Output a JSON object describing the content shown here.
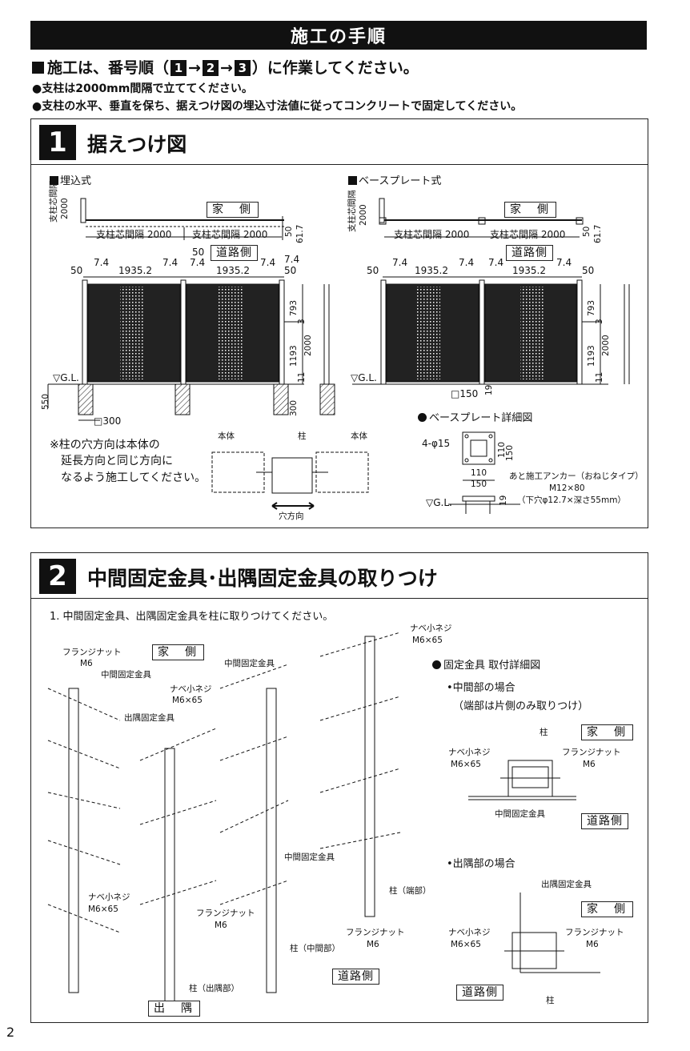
{
  "header": {
    "banner": "施工の手順",
    "lead": {
      "prefix": "施工は、番号順（",
      "n1": "1",
      "arrow1": "→",
      "n2": "2",
      "arrow2": "→",
      "n3": "3",
      "suffix": "）に作業してください。"
    },
    "notes": [
      "●支柱は2000mm間隔で立ててください。",
      "●支柱の水平、垂直を保ち、据えつけ図の埋込寸法値に従ってコンクリートで固定してください。"
    ]
  },
  "section1": {
    "number": "1",
    "title": "据えつけ図",
    "left": {
      "caption": "埋込式",
      "vert_label": "支柱芯間隔",
      "vert_value": "2000",
      "house": "家　側",
      "road": "道路側",
      "spacing1": "支柱芯間隔 2000",
      "spacing2": "支柱芯間隔 2000",
      "dim50": "50",
      "dim617": "61.7",
      "top_dims": [
        "50",
        "7.4",
        "1935.2",
        "7.4",
        "50",
        "7.4",
        "1935.2",
        "7.4",
        "7.4",
        "50"
      ],
      "right_dims": [
        "793",
        "3",
        "2000",
        "1193",
        "11"
      ],
      "gl": "▽G.L.",
      "d550": "550",
      "d300v": "300",
      "d300": "□300"
    },
    "right": {
      "caption": "ベースプレート式",
      "vert_label": "支柱芯間隔",
      "vert_value": "2000",
      "house": "家　側",
      "road": "道路側",
      "spacing1": "支柱芯間隔 2000",
      "spacing2": "支柱芯間隔 2000",
      "dim50": "50",
      "dim617": "61.7",
      "top_dims": [
        "50",
        "7.4",
        "1935.2",
        "7.4",
        "7.4",
        "1935.2",
        "7.4",
        "50"
      ],
      "right_dims": [
        "793",
        "3",
        "2000",
        "1193",
        "11"
      ],
      "gl": "▽G.L.",
      "d150": "□150",
      "d19": "19"
    },
    "note": [
      "※柱の穴方向は本体の",
      "延長方向と同じ方向に",
      "なるよう施工してください。"
    ],
    "hole": {
      "body1": "本体",
      "post": "柱",
      "body2": "本体",
      "dir": "穴方向"
    },
    "baseplate": {
      "title": "ベースプレート詳細図",
      "holes": "4-φ15",
      "d110": "110",
      "d150": "150",
      "d110b": "110",
      "d150b": "150",
      "anchor1": "あと施工アンカー（おねじタイプ）",
      "anchor2": "M12×80",
      "anchor3": "（下穴φ12.7×深さ55mm）",
      "gl": "▽G.L.",
      "d19": "19"
    }
  },
  "section2": {
    "number": "2",
    "title": "中間固定金具･出隅固定金具の取りつけ",
    "instruction": "1. 中間固定金具、出隅固定金具を柱に取りつけてください。",
    "labels": {
      "flange_nut": "フランジナット",
      "m6": "M6",
      "house": "家　側",
      "mid_bracket": "中間固定金具",
      "mid_bracket2": "中間固定金具",
      "corner_bracket": "出隅固定金具",
      "screw": "ナベ小ネジ",
      "screw_size": "M6×65",
      "screw_top": "ナベ小ネジ",
      "screw_top_size": "M6×65",
      "mid_bracket_low": "中間固定金具",
      "post_end": "柱（端部）",
      "screw_left": "ナベ小ネジ",
      "screw_left_size": "M6×65",
      "flange_low": "フランジナット",
      "m6_low": "M6",
      "flange_right": "フランジナット",
      "m6_right": "M6",
      "post_mid": "柱（中間部）",
      "post_corner": "柱（出隅部）",
      "road": "道路側",
      "corner": "出　隅"
    },
    "detail": {
      "title": "固定金具 取付詳細図",
      "mid_case": "•中間部の場合",
      "mid_sub": "（端部は片側のみ取りつけ）",
      "post": "柱",
      "house": "家　側",
      "screw": "ナベ小ネジ",
      "screw_size": "M6×65",
      "nut": "フランジナット",
      "m6": "M6",
      "bracket": "中間固定金具",
      "road": "道路側",
      "corner_case": "•出隅部の場合",
      "corner_bracket": "出隅固定金具",
      "house2": "家　側",
      "screw2": "ナベ小ネジ",
      "screw2_size": "M6×65",
      "nut2": "フランジナット",
      "m62": "M6",
      "road2": "道路側",
      "post2": "柱"
    }
  },
  "page_number": "2"
}
